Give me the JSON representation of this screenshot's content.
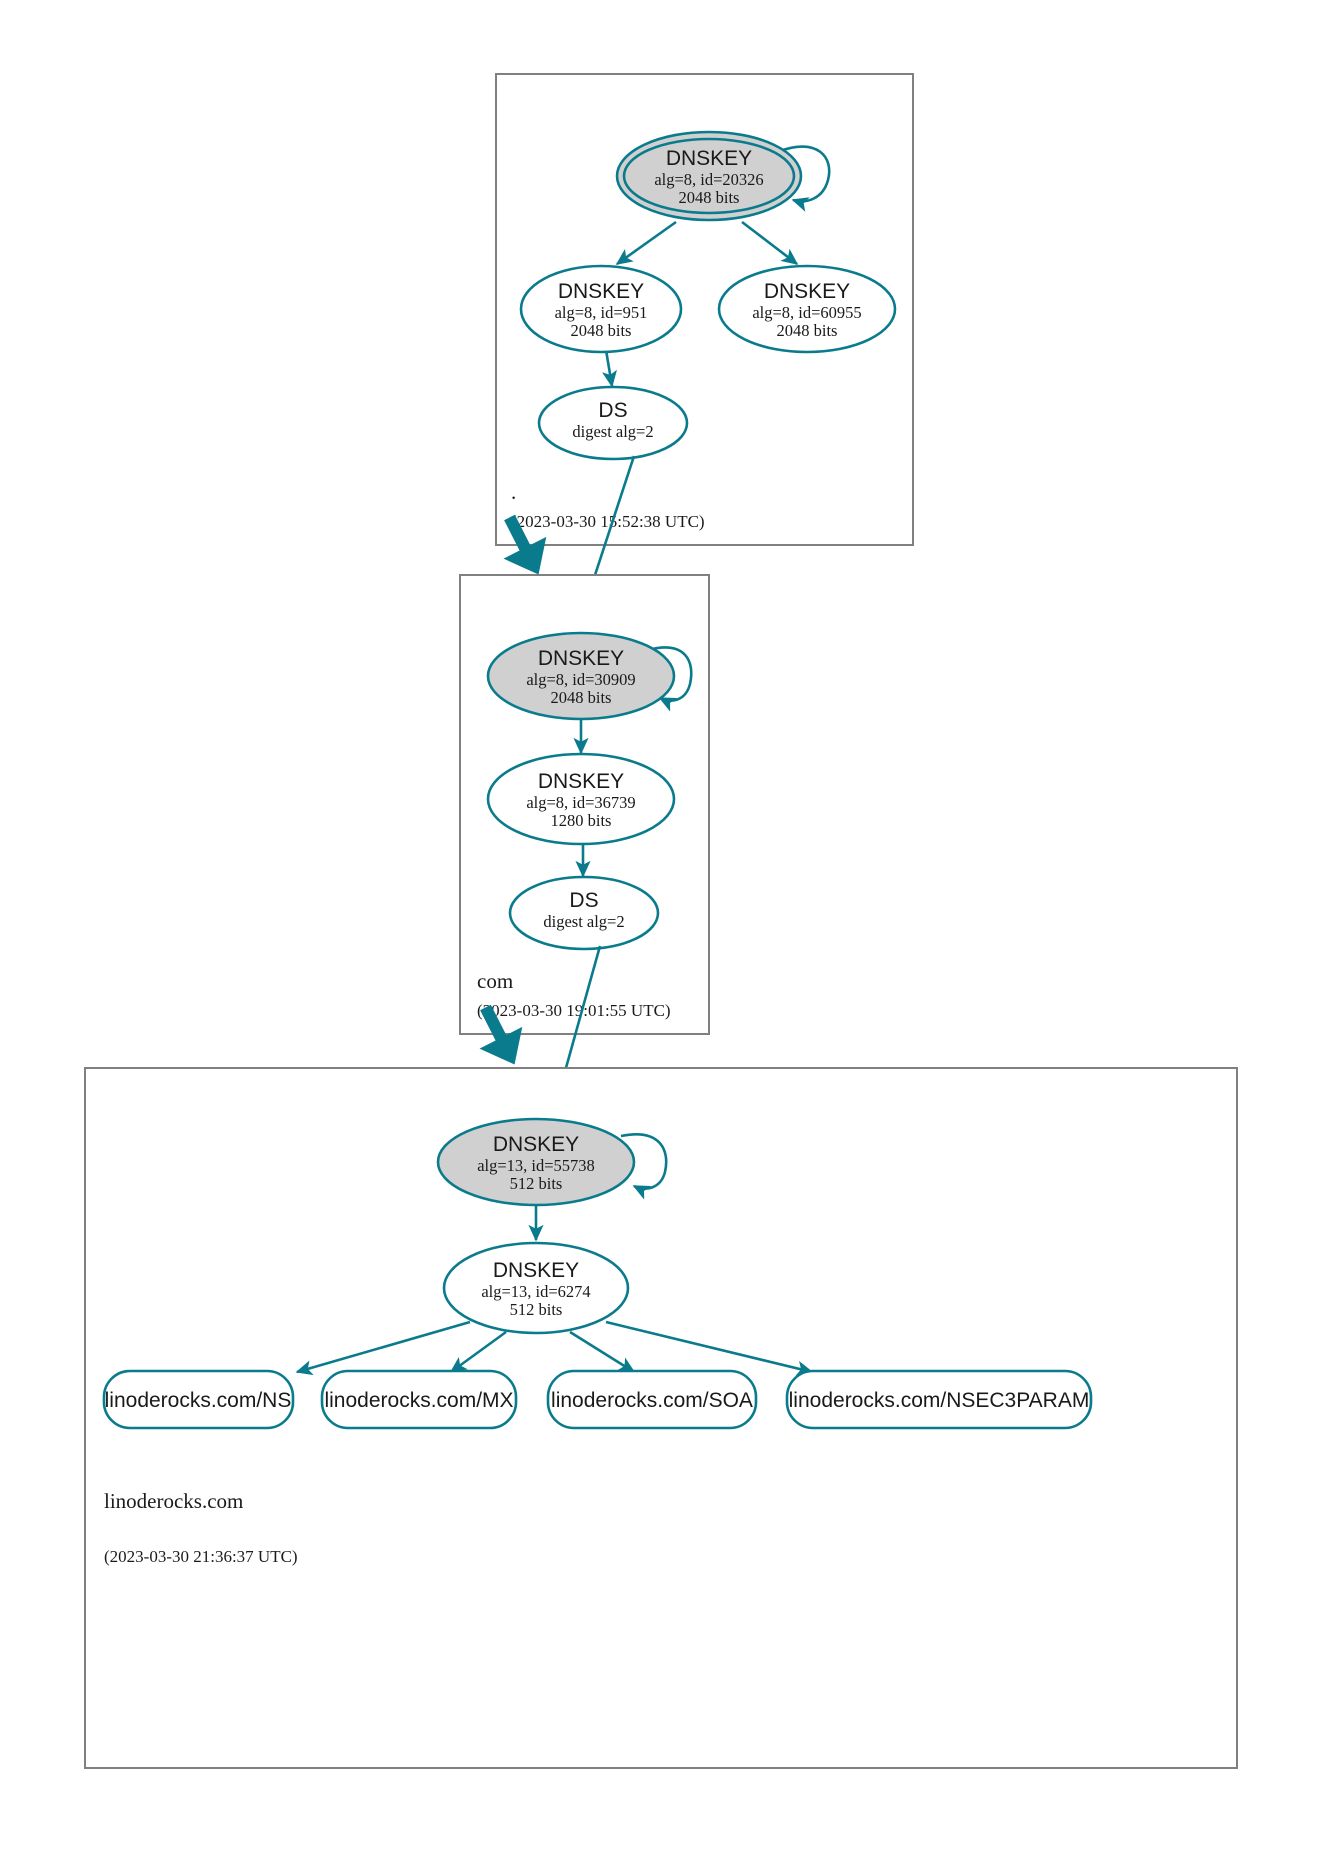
{
  "diagram": {
    "kind": "dnssec-authentication-chain",
    "accent_color": "#0a7b8c",
    "secure_key_fill": "#d0d0d0",
    "plain_key_fill": "#ffffff",
    "zone_border_color": "#808080"
  },
  "zones": [
    {
      "id": "root",
      "name": ".",
      "timestamp": "(2023-03-30 15:52:38 UTC)",
      "nodes": [
        {
          "id": "root-ksk",
          "type": "DNSKEY",
          "title": "DNSKEY",
          "line2": "alg=8, id=20326",
          "line3": "2048 bits",
          "trust_anchor": true,
          "secure": true,
          "self_signed": true
        },
        {
          "id": "root-zsk-951",
          "type": "DNSKEY",
          "title": "DNSKEY",
          "line2": "alg=8, id=951",
          "line3": "2048 bits",
          "trust_anchor": false,
          "secure": false,
          "self_signed": false
        },
        {
          "id": "root-zsk-60955",
          "type": "DNSKEY",
          "title": "DNSKEY",
          "line2": "alg=8, id=60955",
          "line3": "2048 bits",
          "trust_anchor": false,
          "secure": false,
          "self_signed": false
        },
        {
          "id": "root-ds",
          "type": "DS",
          "title": "DS",
          "line2": "digest alg=2",
          "line3": "",
          "trust_anchor": false,
          "secure": false,
          "self_signed": false
        }
      ]
    },
    {
      "id": "com",
      "name": "com",
      "timestamp": "(2023-03-30 19:01:55 UTC)",
      "nodes": [
        {
          "id": "com-ksk",
          "type": "DNSKEY",
          "title": "DNSKEY",
          "line2": "alg=8, id=30909",
          "line3": "2048 bits",
          "trust_anchor": false,
          "secure": true,
          "self_signed": true
        },
        {
          "id": "com-zsk",
          "type": "DNSKEY",
          "title": "DNSKEY",
          "line2": "alg=8, id=36739",
          "line3": "1280 bits",
          "trust_anchor": false,
          "secure": false,
          "self_signed": false
        },
        {
          "id": "com-ds",
          "type": "DS",
          "title": "DS",
          "line2": "digest alg=2",
          "line3": "",
          "trust_anchor": false,
          "secure": false,
          "self_signed": false
        }
      ]
    },
    {
      "id": "linoderocks",
      "name": "linoderocks.com",
      "timestamp": "(2023-03-30 21:36:37 UTC)",
      "nodes": [
        {
          "id": "lr-ksk",
          "type": "DNSKEY",
          "title": "DNSKEY",
          "line2": "alg=13, id=55738",
          "line3": "512 bits",
          "trust_anchor": false,
          "secure": true,
          "self_signed": true
        },
        {
          "id": "lr-zsk",
          "type": "DNSKEY",
          "title": "DNSKEY",
          "line2": "alg=13, id=6274",
          "line3": "512 bits",
          "trust_anchor": false,
          "secure": false,
          "self_signed": false
        }
      ],
      "rrsets": [
        {
          "id": "rr-ns",
          "label": "linoderocks.com/NS"
        },
        {
          "id": "rr-mx",
          "label": "linoderocks.com/MX"
        },
        {
          "id": "rr-soa",
          "label": "linoderocks.com/SOA"
        },
        {
          "id": "rr-nsec3param",
          "label": "linoderocks.com/NSEC3PARAM"
        }
      ]
    }
  ]
}
